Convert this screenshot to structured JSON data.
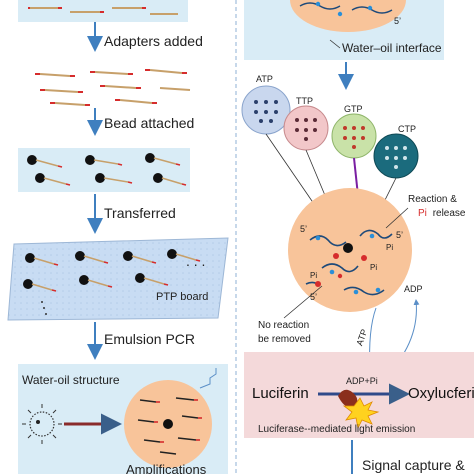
{
  "colors": {
    "panel_blue": "#d9ecf6",
    "panel_pink": "#f4d9da",
    "bead_orange": "#f8c49a",
    "arrow_blue": "#3f7fbf",
    "dashed_line": "#5b8fc7",
    "atp_fill": "#c9d7ee",
    "ttp_fill": "#f2c7c9",
    "gtp_fill": "#c9e2a8",
    "ctp_fill": "#1b6b7d"
  },
  "left": {
    "step1": "Adapters added",
    "step2": "Bead attached",
    "step3": "Transferred",
    "board_label": "PTP board",
    "board_dots": ". . .",
    "step4": "Emulsion PCR",
    "water_oil": "Water-oil structure",
    "amplifications": "Amplifications"
  },
  "right": {
    "interface_label": "Water–oil interface",
    "atp": "ATP",
    "ttp": "TTP",
    "gtp": "GTP",
    "ctp": "CTP",
    "reaction_line1": "Reaction &",
    "reaction_pi": "Pi",
    "reaction_release": "release",
    "five_prime_a": "5’",
    "five_prime_b": "5’",
    "five_prime_c": "5’",
    "five_prime_d": "5’",
    "pi_small_a": "Pi",
    "pi_small_b": "Pi",
    "pi_small_c": "Pi",
    "adp_label": "ADP",
    "atp_arrow_label": "ATP",
    "no_reaction_1": "No reaction",
    "no_reaction_2": "be removed",
    "luciferin": "Luciferin",
    "adp_pi": "ADP+Pi",
    "oxyluciferin": "Oxylucferin",
    "luciferase_caption": "Luciferase--mediated light emission",
    "signal": "Signal capture &"
  }
}
